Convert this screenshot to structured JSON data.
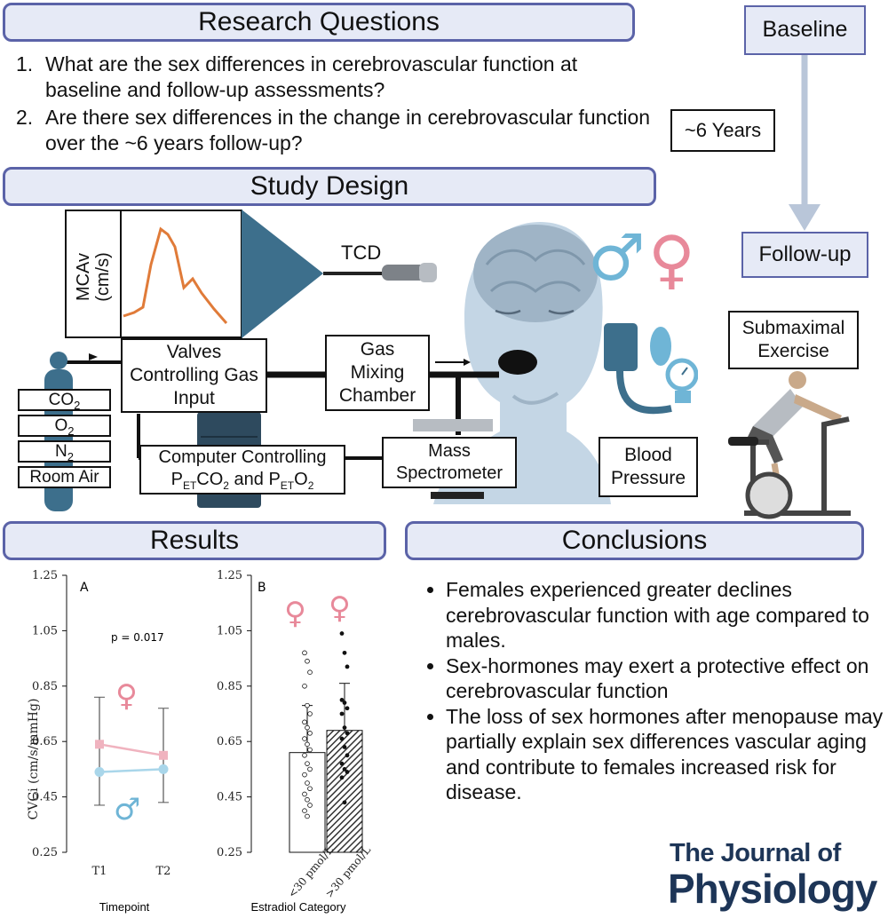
{
  "sections": {
    "research_questions": "Research Questions",
    "study_design": "Study Design",
    "results": "Results",
    "conclusions": "Conclusions"
  },
  "questions": [
    {
      "num": "1.",
      "text": "What are the sex differences in cerebrovascular function at baseline and follow-up assessments?"
    },
    {
      "num": "2.",
      "text": "Are there sex differences in the change in cerebrovascular function over the ~6 years follow-up?"
    }
  ],
  "timeline": {
    "baseline": "Baseline",
    "interval": "~6 Years",
    "followup": "Follow-up"
  },
  "design": {
    "waveform_ylabel": "MCAv (cm/s)",
    "tcd": "TCD",
    "valves": "Valves Controlling Gas Input",
    "mixing": "Gas Mixing Chamber",
    "gases": [
      "CO2",
      "O2",
      "N2",
      "Room Air"
    ],
    "computer_line1": "Computer Controlling",
    "computer_line2_a": "P",
    "computer_line2_b": "ET",
    "computer_line2_c": "CO",
    "computer_line2_d": "2",
    "computer_line2_e": " and P",
    "computer_line2_f": "ET",
    "computer_line2_g": "O",
    "computer_line2_h": "2",
    "mass_spec": "Mass Spectrometer",
    "blood_pressure": "Blood Pressure",
    "exercise": "Submaximal Exercise"
  },
  "gas_labels": {
    "co2_base": "CO",
    "co2_sub": "2",
    "o2_base": "O",
    "o2_sub": "2",
    "n2_base": "N",
    "n2_sub": "2",
    "air": "Room Air"
  },
  "colors": {
    "header_fill": "#e6eaf6",
    "header_border": "#5b63a8",
    "female": "#e8899a",
    "male": "#6fb5d6",
    "wave": "#e07b39",
    "slate": "#3d6f8c"
  },
  "chart_data": [
    {
      "type": "line",
      "panel": "A",
      "ylabel": "CVCi (cm/s/mmHg)",
      "xlabel": "Timepoint",
      "categories": [
        "T1",
        "T2"
      ],
      "ylim": [
        0.25,
        1.25
      ],
      "yticks": [
        "1.25",
        "1.05",
        "0.85",
        "0.65",
        "0.45",
        "0.25"
      ],
      "annotation": "p = 0.017",
      "series": [
        {
          "name": "Female",
          "values": [
            0.64,
            0.6
          ],
          "error_high": [
            0.81,
            0.77
          ],
          "error_low": [
            0.42,
            0.43
          ]
        },
        {
          "name": "Male",
          "values": [
            0.54,
            0.55
          ]
        }
      ]
    },
    {
      "type": "bar",
      "panel": "B",
      "xlabel": "Estradiol Category",
      "categories": [
        "<30 pmol/L",
        ">30 pmol/L"
      ],
      "values": [
        0.61,
        0.69
      ],
      "error_high": [
        0.78,
        0.86
      ],
      "ylim": [
        0.25,
        1.25
      ],
      "yticks": [
        "1.25",
        "1.05",
        "0.85",
        "0.65",
        "0.45",
        "0.25"
      ],
      "points_low": [
        0.97,
        0.94,
        0.9,
        0.85,
        0.78,
        0.75,
        0.72,
        0.7,
        0.68,
        0.66,
        0.64,
        0.62,
        0.6,
        0.57,
        0.55,
        0.53,
        0.5,
        0.48,
        0.46,
        0.44,
        0.42,
        0.4,
        0.38
      ],
      "points_high": [
        1.04,
        0.97,
        0.92,
        0.8,
        0.79,
        0.77,
        0.75,
        0.7,
        0.68,
        0.66,
        0.63,
        0.6,
        0.57,
        0.55,
        0.54,
        0.52,
        0.43
      ]
    }
  ],
  "conclusions": [
    "Females experienced greater declines cerebrovascular function with age compared to males.",
    "Sex-hormones may exert a protective effect on cerebrovascular function",
    "The loss of sex hormones after menopause may partially explain sex differences vascular aging and contribute to females increased risk for disease."
  ],
  "journal": {
    "line1": "The Journal of",
    "line2": "Physiology"
  },
  "symbols": {
    "female": "♀",
    "male": "♂"
  }
}
